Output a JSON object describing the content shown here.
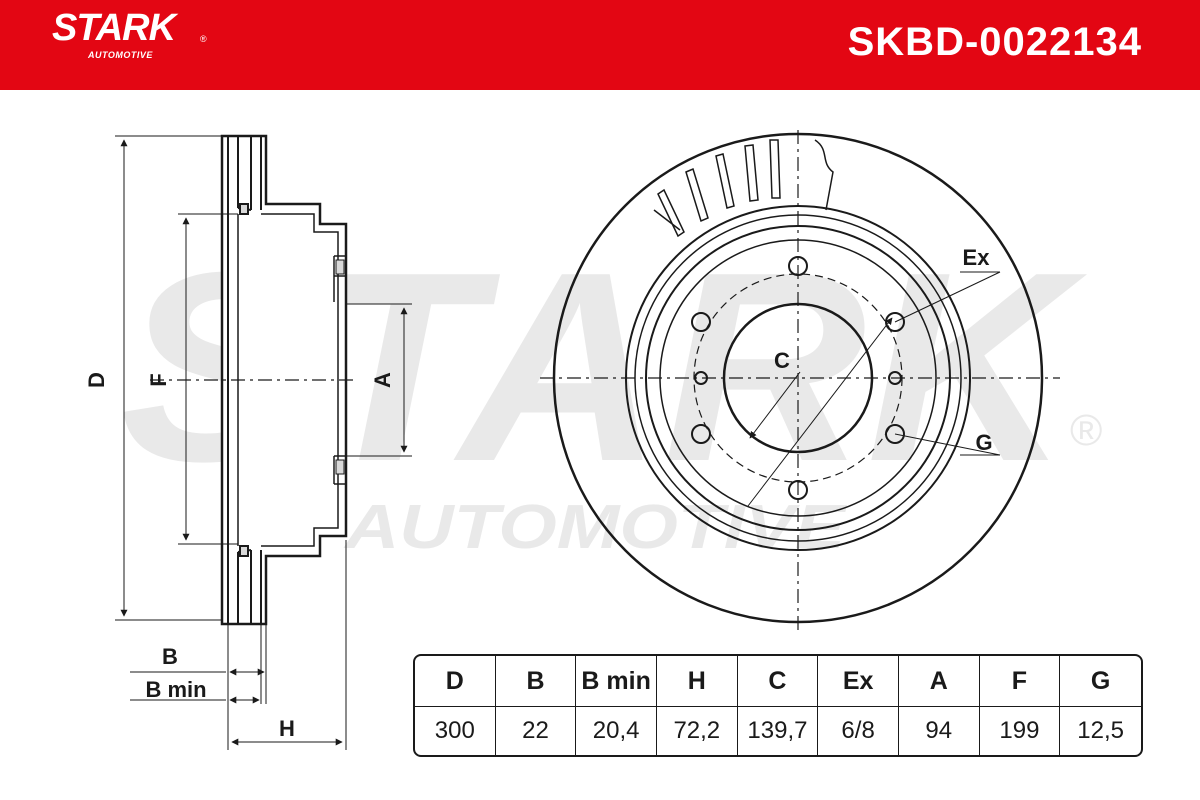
{
  "brand": {
    "name": "STARK",
    "registered": "®",
    "sub": "AUTOMOTIVE"
  },
  "part_number": "SKBD-0022134",
  "watermark": {
    "main": "STARK",
    "sub": "AUTOMOTIVE",
    "registered": "®"
  },
  "labels": {
    "D": "D",
    "F": "F",
    "A": "A",
    "B": "B",
    "B_min": "B min",
    "H": "H",
    "C": "C",
    "Ex": "Ex",
    "G": "G"
  },
  "table": {
    "headers": [
      "D",
      "B",
      "B min",
      "H",
      "C",
      "Ex",
      "A",
      "F",
      "G"
    ],
    "values": [
      "300",
      "22",
      "20,4",
      "72,2",
      "139,7",
      "6/8",
      "94",
      "199",
      "12,5"
    ]
  },
  "colors": {
    "brand_red": "#e30613",
    "line": "#1a1a1a",
    "watermark": "#e9e9e9",
    "section_fill": "#d9d9d9"
  }
}
